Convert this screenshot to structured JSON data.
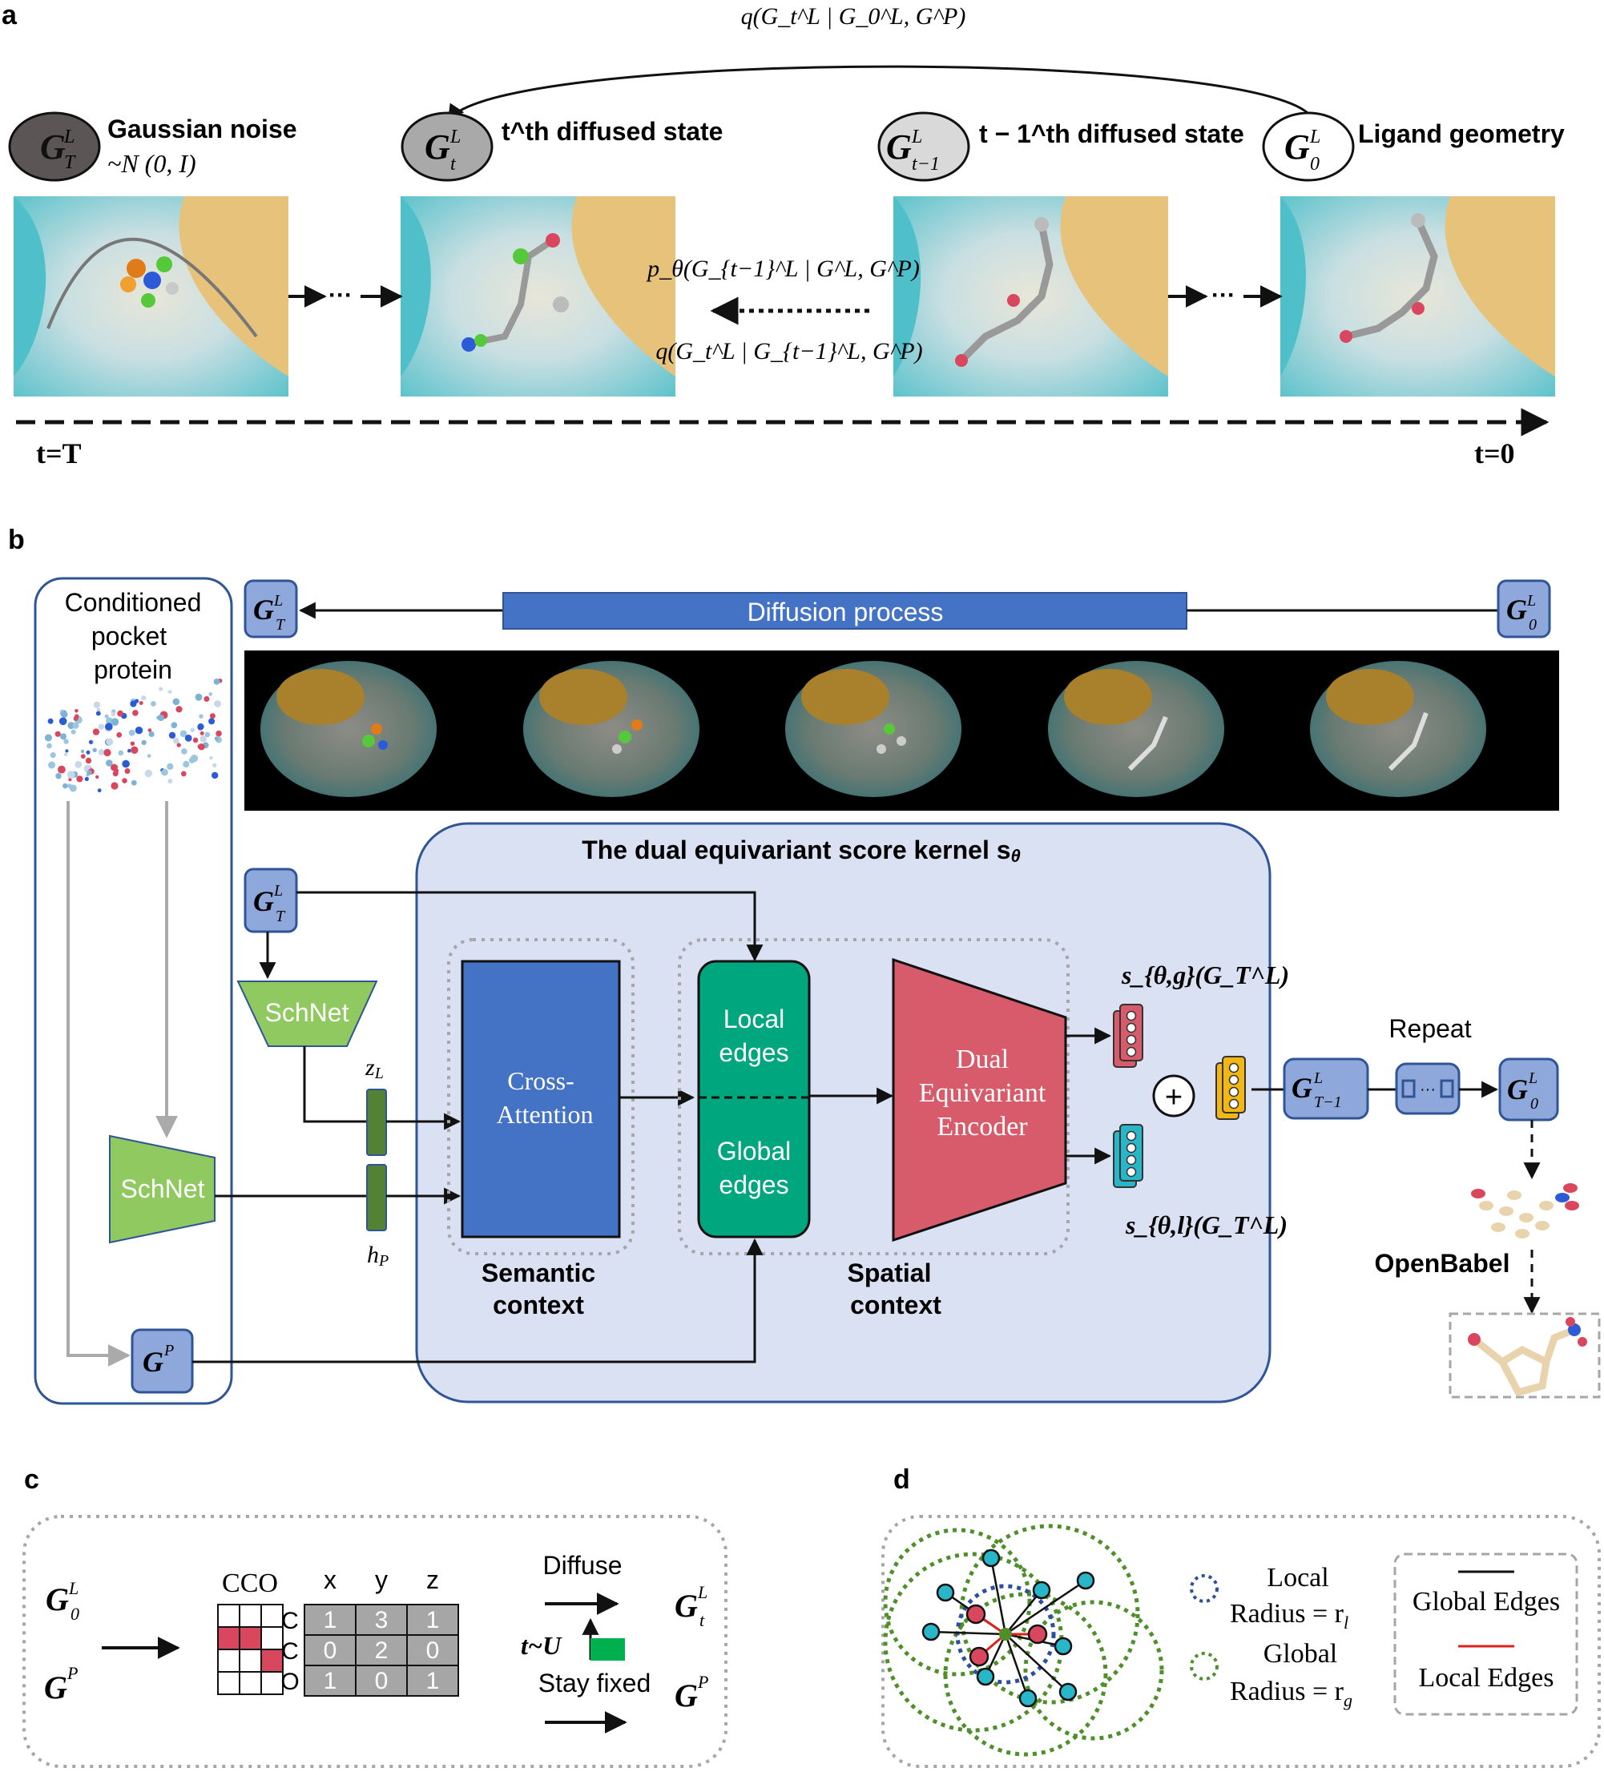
{
  "panel_a": {
    "label": "a",
    "forward_full": "q(G_t^L | G_0^L, G^P)",
    "reverse": "p_θ(G_{t−1}^L | G^L, G^P)",
    "forward_step": "q(G_t^L | G_{t−1}^L, G^P)",
    "states": [
      {
        "symbol": "G",
        "sup": "L",
        "sub": "T",
        "caption": "Gaussian noise",
        "caption2": "~N (0, I)"
      },
      {
        "symbol": "G",
        "sup": "L",
        "sub": "t",
        "caption": "t^th diffused state"
      },
      {
        "symbol": "G",
        "sup": "L",
        "sub": "t−1",
        "caption": "t − 1^th diffused state"
      },
      {
        "symbol": "G",
        "sup": "L",
        "sub": "0",
        "caption": "Ligand geometry"
      }
    ],
    "dots": "···",
    "t_start": "t=T",
    "t_end": "t=0"
  },
  "panel_b": {
    "label": "b",
    "pocket_title": [
      "Conditioned",
      "pocket",
      "protein"
    ],
    "diffusion": "Diffusion process",
    "kernel_title": "The dual equivariant score kernel s",
    "kernel_title_sub": "θ",
    "schnet": "SchNet",
    "z_label": "z",
    "z_sub": "L",
    "h_label": "h",
    "h_sub": "P",
    "cross_attention": [
      "Cross-",
      "Attention"
    ],
    "local_edges": [
      "Local",
      "edges"
    ],
    "global_edges": [
      "Global",
      "edges"
    ],
    "encoder": [
      "Dual",
      "Equivariant",
      "Encoder"
    ],
    "semantic_context": [
      "Semantic",
      "context"
    ],
    "spatial_context": [
      "Spatial",
      "context"
    ],
    "score_g": "s_{θ,g}(G_T^L)",
    "score_l": "s_{θ,l}(G_T^L)",
    "repeat": "Repeat",
    "openbabel": "OpenBabel",
    "oplus": "⊕",
    "dots": "···",
    "boxes": {
      "gtl": "G_T^L",
      "g0l": "G_0^L",
      "gp": "G^P",
      "gt1": "G_{T−1}^L"
    }
  },
  "panel_c": {
    "label": "c",
    "g0l": "G_0^L",
    "gp_left": "G^P",
    "smiles": "CCO",
    "col_headers": [
      "x",
      "y",
      "z"
    ],
    "row_atoms": [
      "C",
      "C",
      "O"
    ],
    "coords": [
      [
        "1",
        "3",
        "1"
      ],
      [
        "0",
        "2",
        "0"
      ],
      [
        "1",
        "0",
        "1"
      ]
    ],
    "diffuse": "Diffuse",
    "t_sample": "t~U",
    "stay_fixed": "Stay fixed",
    "gtl": "G_t^L",
    "gp_right": "G^P"
  },
  "panel_d": {
    "label": "d",
    "local_radius": [
      "Local",
      "Radius = r"
    ],
    "local_sub": "l",
    "global_radius": [
      "Global",
      "Radius = r"
    ],
    "global_sub": "g",
    "global_edges": "Global Edges",
    "local_edges": "Local Edges"
  },
  "colors": {
    "blue_box": "#8fa8dc",
    "blue_box_stroke": "#2f5597",
    "kernel_bg": "#dae1f2",
    "cross_attention": "#4472c4",
    "edges": "#00a67e",
    "encoder": "#d75b6b",
    "schnet": "#8fc95f",
    "local_edge": "#e0201b",
    "global_edge": "#111111",
    "global_radius": "#4e8f2a",
    "local_radius": "#2b4ea0",
    "node_cyan": "#29b6c8",
    "node_red": "#d9475f"
  }
}
